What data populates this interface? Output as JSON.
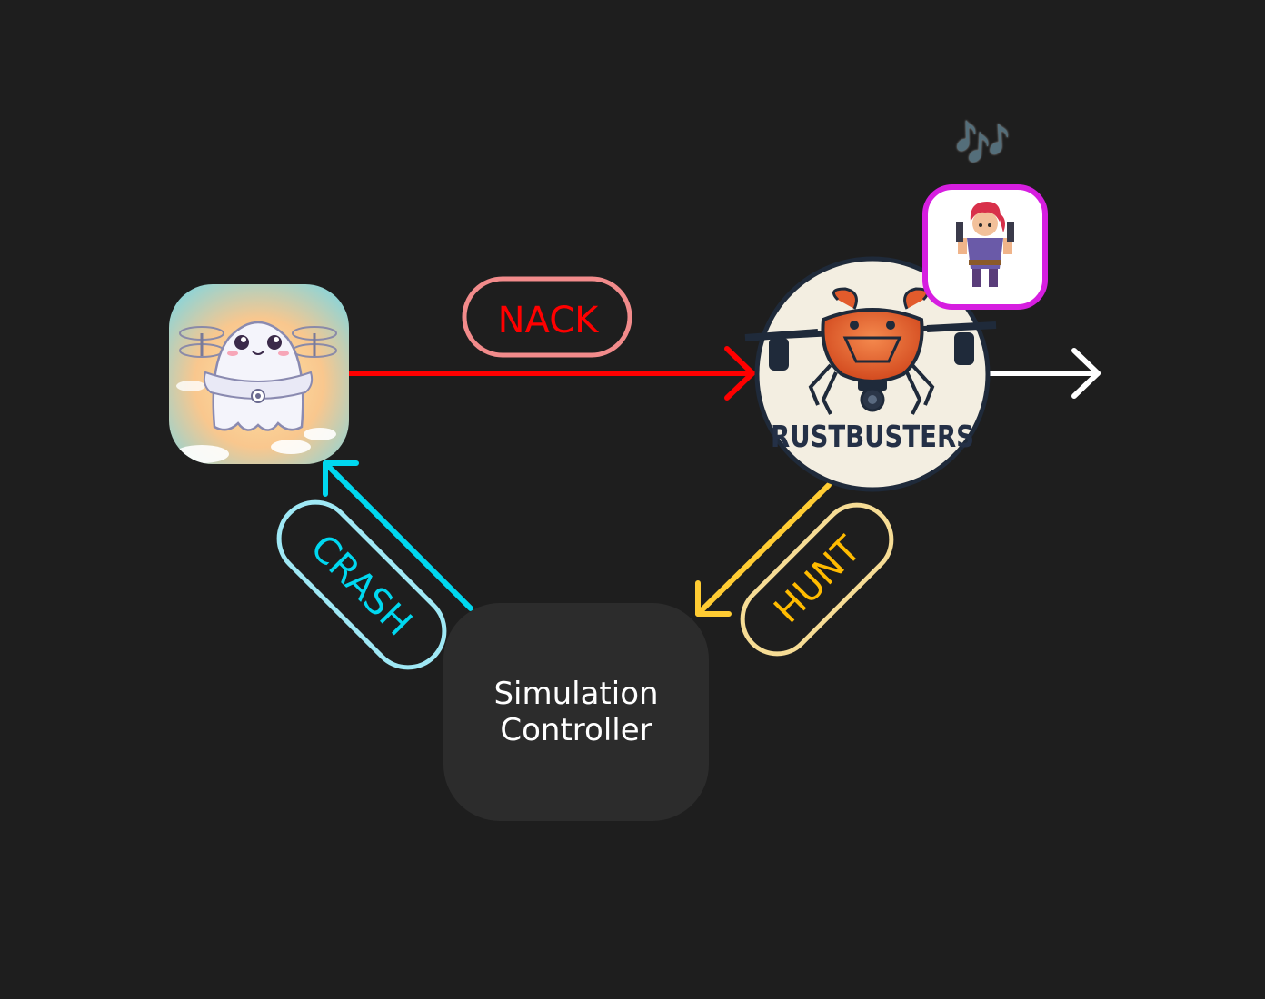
{
  "nodes": {
    "left_drone": {
      "icon": "ghost-drone-icon"
    },
    "rustbusters": {
      "logo_text": "RUSTBUSTERS",
      "icon": "crab-drone-logo"
    },
    "brawler": {
      "icon": "brawler-character-icon",
      "border_color": "#d61ee0"
    },
    "music": {
      "text": "🎶"
    },
    "controller": {
      "line1": "Simulation",
      "line2": "Controller"
    }
  },
  "edges": {
    "nack": {
      "label": "NACK",
      "line_color": "#ff0000",
      "badge_color": "#f28b8b",
      "text_color": "#ff0000"
    },
    "crash": {
      "label": "CRASH",
      "line_color": "#00d8f0",
      "badge_color": "#9fe8f5",
      "text_color": "#00d8f0"
    },
    "hunt": {
      "label": "HUNT",
      "line_color": "#ffcc33",
      "badge_color": "#f6dc95",
      "text_color": "#ffbb00"
    },
    "out": {
      "line_color": "#ffffff"
    }
  }
}
